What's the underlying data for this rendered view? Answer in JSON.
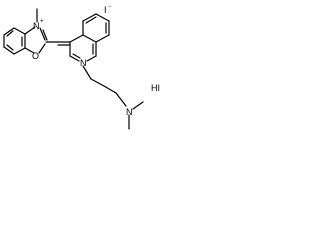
{
  "molecule": {
    "atoms": {
      "n_benzoxazolium": "N",
      "n_benzoxazolium_charge": "+",
      "o_benzoxazole": "O",
      "n_quinoline": "N",
      "n_amine": "N"
    },
    "counterions": {
      "iodide": "I",
      "iodide_charge": "−",
      "hydroiodide": "HI"
    }
  }
}
